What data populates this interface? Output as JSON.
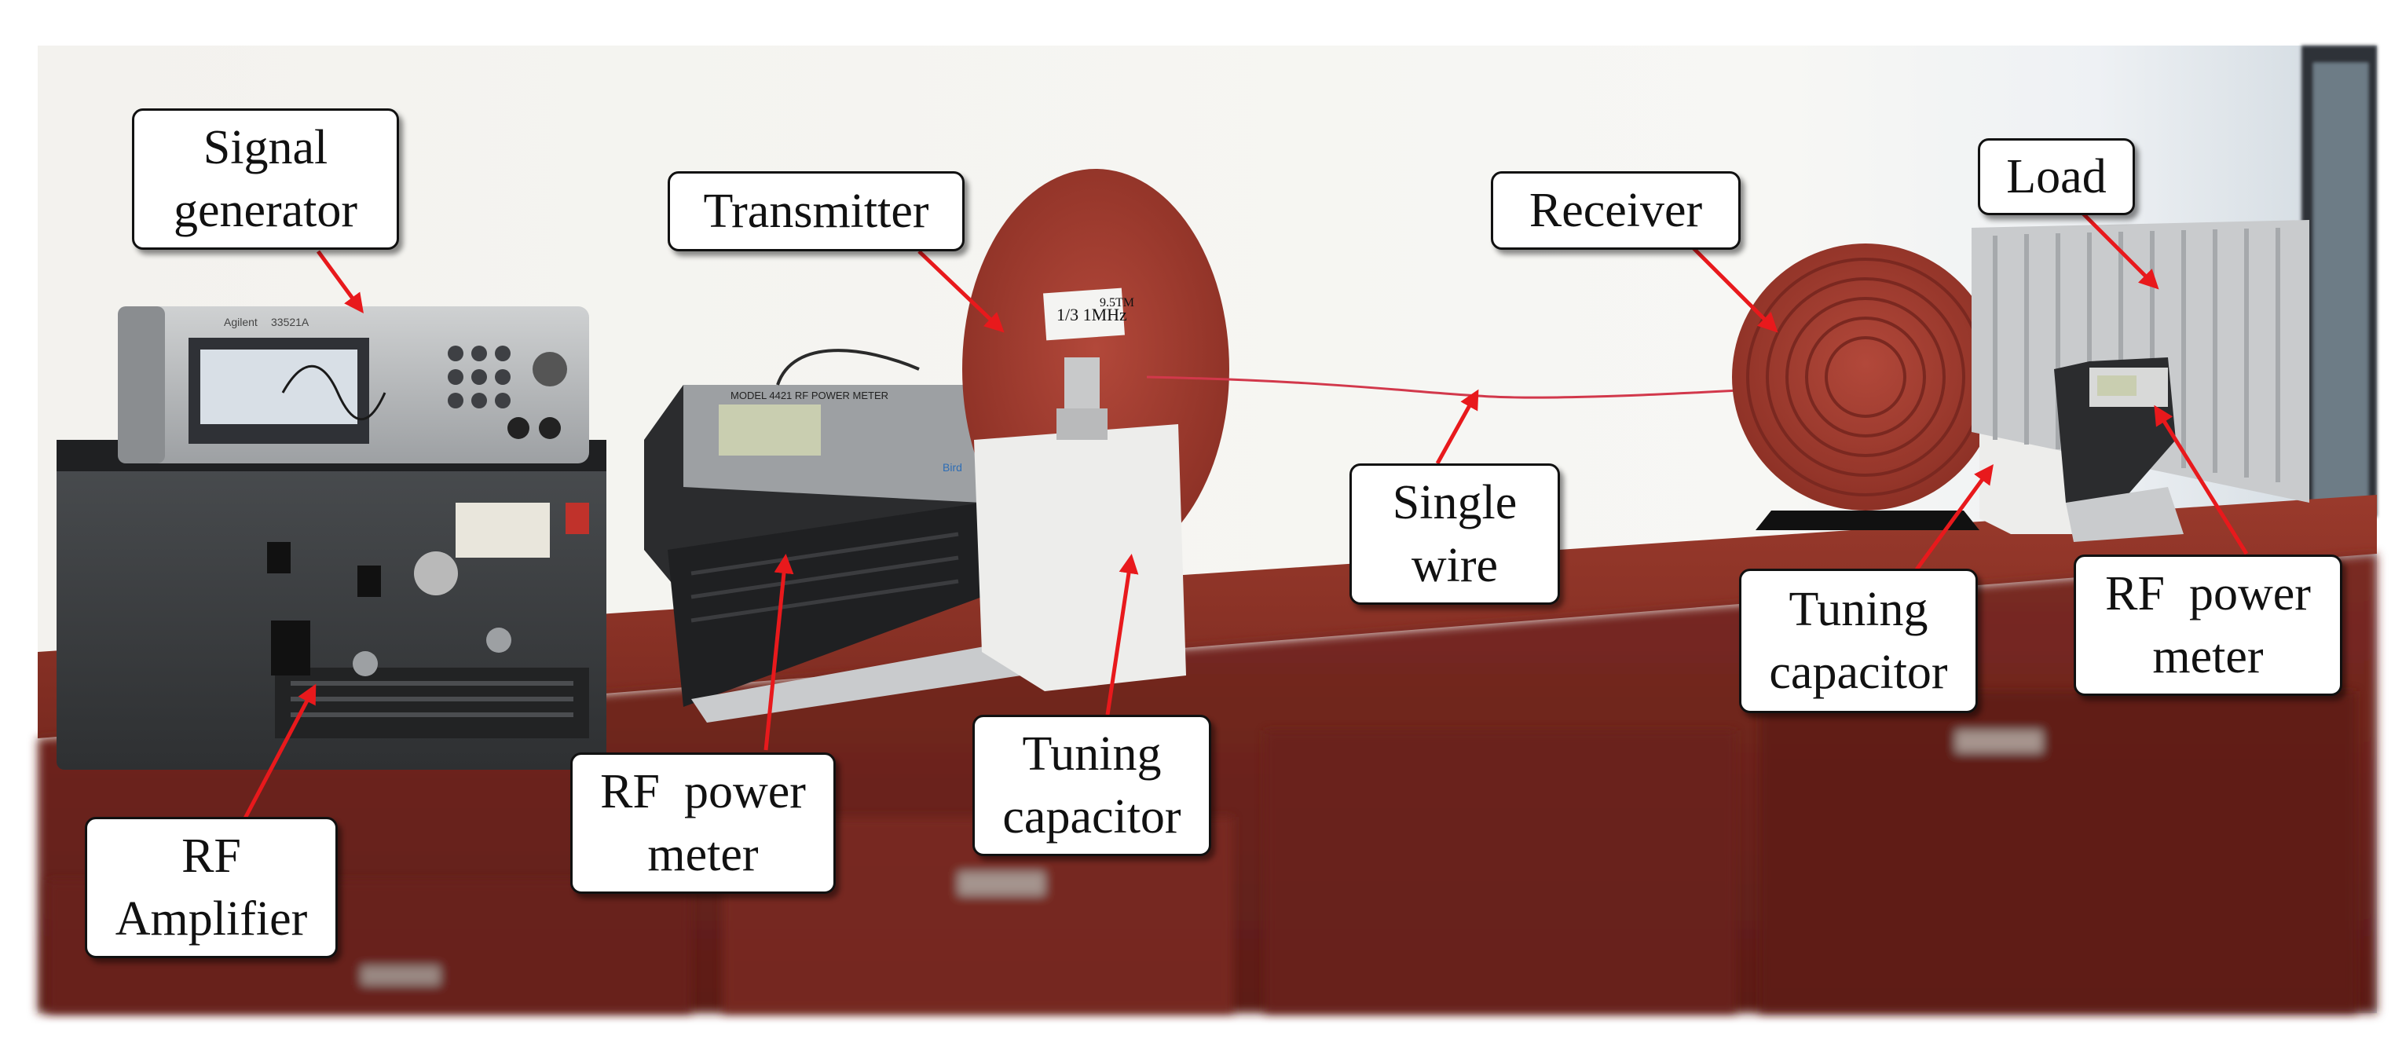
{
  "colors": {
    "arrow": "#e8191c",
    "wall": "#f6f5f1",
    "desk_top": "#8a2f24",
    "desk_front": "#6e231c",
    "coil": "#9b3a2c",
    "foam": "#ececea"
  },
  "labels": {
    "signal_generator": [
      "Signal",
      "generator"
    ],
    "transmitter": [
      "Transmitter"
    ],
    "receiver": [
      "Receiver"
    ],
    "load": [
      "Load"
    ],
    "single_wire": [
      "Single",
      "wire"
    ],
    "rf_amplifier": [
      "RF",
      "Amplifier"
    ],
    "rf_power_meter_left": [
      "RF  power",
      "meter"
    ],
    "tuning_capacitor_left": [
      "Tuning",
      "capacitor"
    ],
    "tuning_capacitor_right": [
      "Tuning",
      "capacitor"
    ],
    "rf_power_meter_right": [
      "RF  power",
      "meter"
    ]
  },
  "photo_text": {
    "generator_brand": "Agilent",
    "generator_model": "33521A",
    "meter_model": "MODEL 4421 RF POWER METER",
    "meter_brand": "Bird",
    "coil_note": "1/3 1MHz",
    "coil_note_2": "9.5TM"
  }
}
